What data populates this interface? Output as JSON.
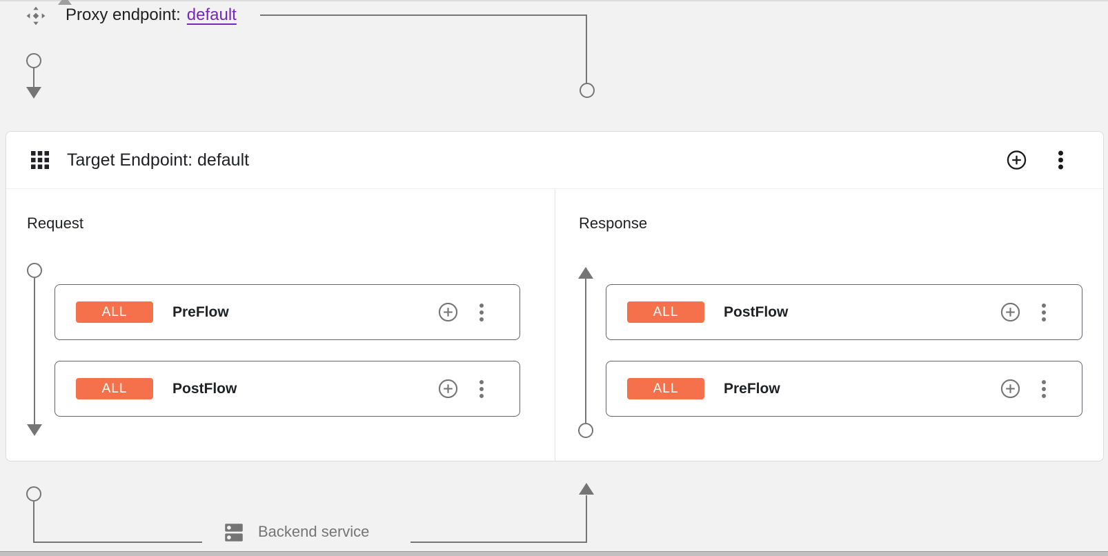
{
  "proxy_endpoint": {
    "label": "Proxy endpoint:",
    "link_text": "default"
  },
  "target_endpoint": {
    "title": "Target Endpoint: default",
    "request": {
      "heading": "Request",
      "flows": [
        {
          "badge": "ALL",
          "name": "PreFlow"
        },
        {
          "badge": "ALL",
          "name": "PostFlow"
        }
      ]
    },
    "response": {
      "heading": "Response",
      "flows": [
        {
          "badge": "ALL",
          "name": "PostFlow"
        },
        {
          "badge": "ALL",
          "name": "PreFlow"
        }
      ]
    }
  },
  "backend": {
    "label": "Backend service"
  },
  "icons": {
    "proxy_endpoint": "proxy-endpoint-icon",
    "target_endpoint": "grid-icon",
    "add_policy": "plus-circle-icon",
    "more_actions": "kebab-menu-icon",
    "backend_service": "dns-server-icon"
  },
  "colors": {
    "badge_orange": "#f4714c",
    "link_purple": "#7627bb",
    "flow_line_gray": "#757575",
    "card_border": "#5f6368",
    "panel_border": "#dadce0",
    "background": "#f2f2f2"
  }
}
